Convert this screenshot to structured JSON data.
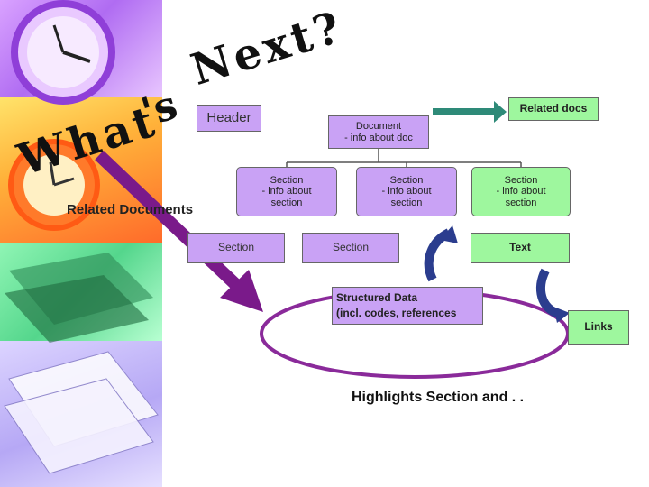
{
  "title": {
    "word1": "What",
    "word2": "'s",
    "word3": "Next?"
  },
  "header_label": "Header",
  "related_documents_label": "Related Documents",
  "related_docs_label": "Related docs",
  "document_box": {
    "line1": "Document",
    "line2": "- info about doc"
  },
  "section_boxes": [
    {
      "line1": "Section",
      "line2": "- info about",
      "line3": "section"
    },
    {
      "line1": "Section",
      "line2": "- info about",
      "line3": "section"
    },
    {
      "line1": "Section",
      "line2": "- info about",
      "line3": "section"
    }
  ],
  "lower_boxes": {
    "left": "Section",
    "middle": "Section",
    "right": "Text"
  },
  "structured_data": {
    "line1": "Structured Data",
    "line2": "(incl. codes, references"
  },
  "links_label": "Links",
  "highlights_label": "Highlights Section and . .",
  "colors": {
    "lavender_box": "#c9a2f5",
    "green_box": "#9ef79e",
    "purple_arrow": "#7a1a8a",
    "blue_arrow": "#2b3d8e",
    "teal_arrow": "#2e8a78",
    "title_color": "#111111"
  }
}
